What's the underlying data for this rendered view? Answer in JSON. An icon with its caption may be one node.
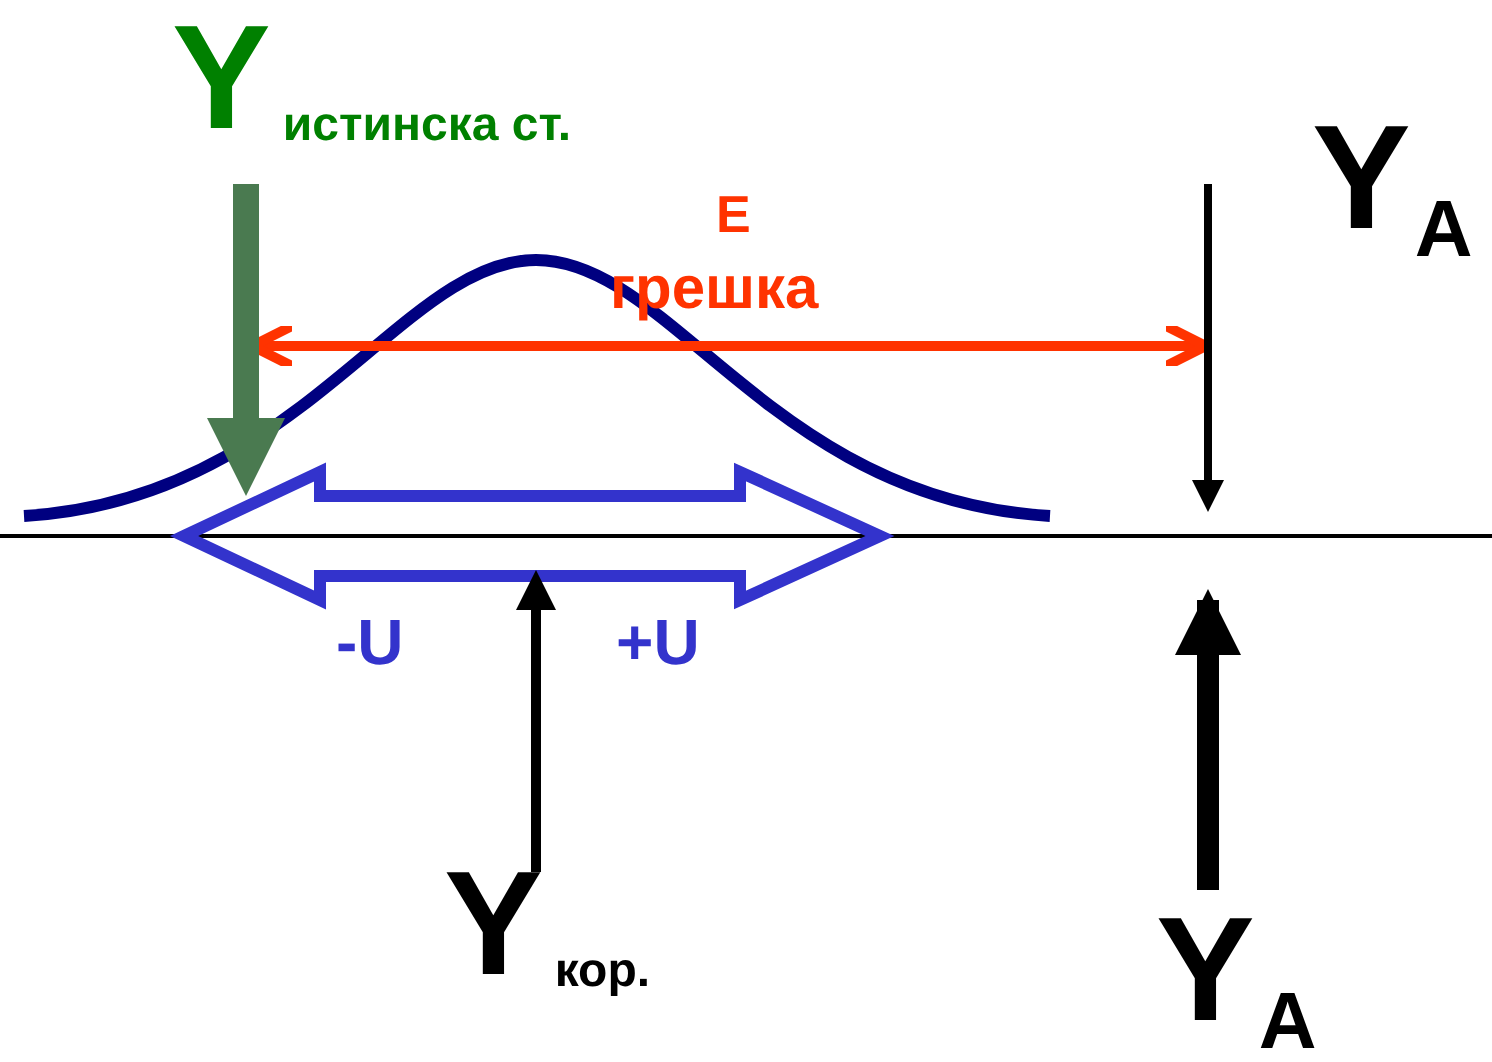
{
  "diagram": {
    "labels": [
      "Y$_{истинска ст.}$",
      "Y$_{A}$",
      "E",
      "грешка",
      "-U",
      "+U",
      "Y$_{кор.}$",
      "Y$_{A}$"
    ]
  }
}
